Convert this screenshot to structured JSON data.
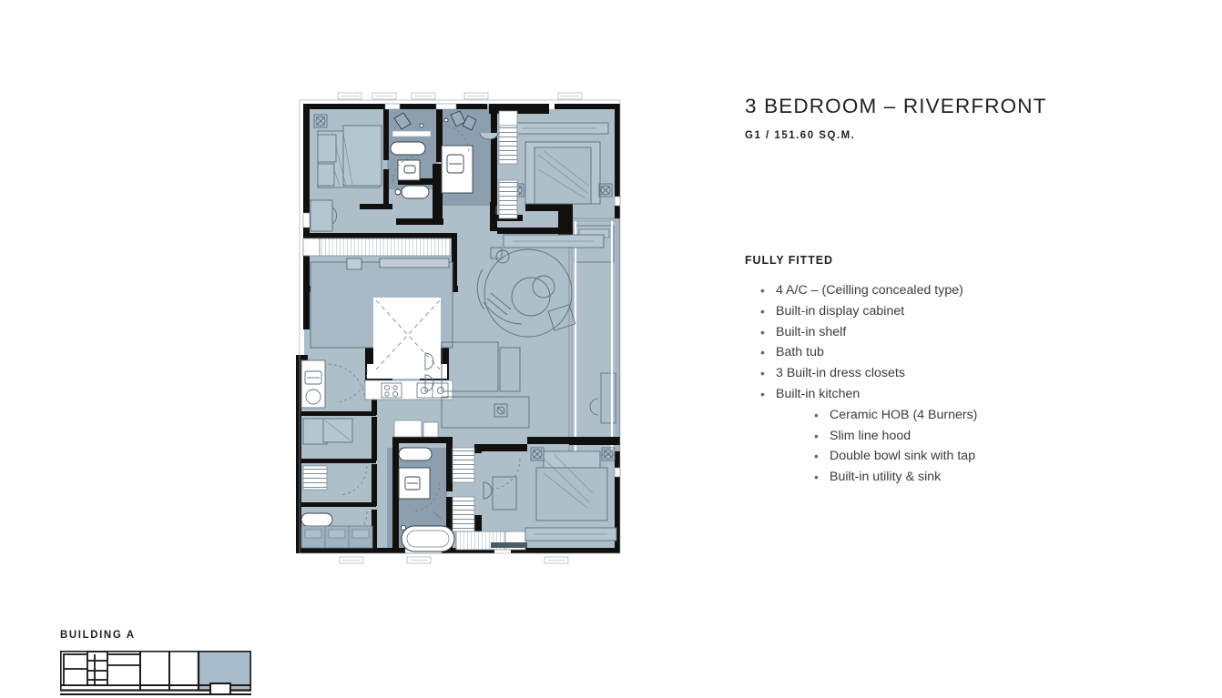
{
  "plan": {
    "title": "3 BEDROOM – RIVERFRONT",
    "subtitle": "G1 / 151.60 SQ.M.",
    "unit_code": "G1",
    "area": "151.60 SQ.M."
  },
  "fitted": {
    "heading": "FULLY FITTED",
    "bullet_glyph": "•",
    "items": [
      {
        "label": "4 A/C  –  (Ceilling concealed type)"
      },
      {
        "label": "Built-in display cabinet"
      },
      {
        "label": "Built-in shelf"
      },
      {
        "label": "Bath tub"
      },
      {
        "label": "3 Built-in dress closets"
      },
      {
        "label": "Built-in kitchen",
        "sub": [
          {
            "label": "Ceramic HOB (4 Burners)"
          },
          {
            "label": "Slim line hood"
          },
          {
            "label": "Double bowl sink with tap"
          },
          {
            "label": "Built-in utility & sink"
          }
        ]
      }
    ]
  },
  "keymap": {
    "label": "BUILDING A",
    "highlight_color": "#a8bccb",
    "outline_color": "#1a1a1a"
  },
  "colors": {
    "room_fill": "#aebfca",
    "wet_room_fill": "#8d9faf",
    "wall_black": "#12100f",
    "furniture_line": "#5c6f7e",
    "white": "#ffffff",
    "text_dark": "#231f20",
    "text_body": "#3b3b3b",
    "thin_wall": "#6f7f8c"
  },
  "floorplan": {
    "name": "unit-g1-floor-plan",
    "description": "Architectural floor plan of a 3 bedroom riverfront unit, drawn in blue-grey fill with black structural walls."
  }
}
